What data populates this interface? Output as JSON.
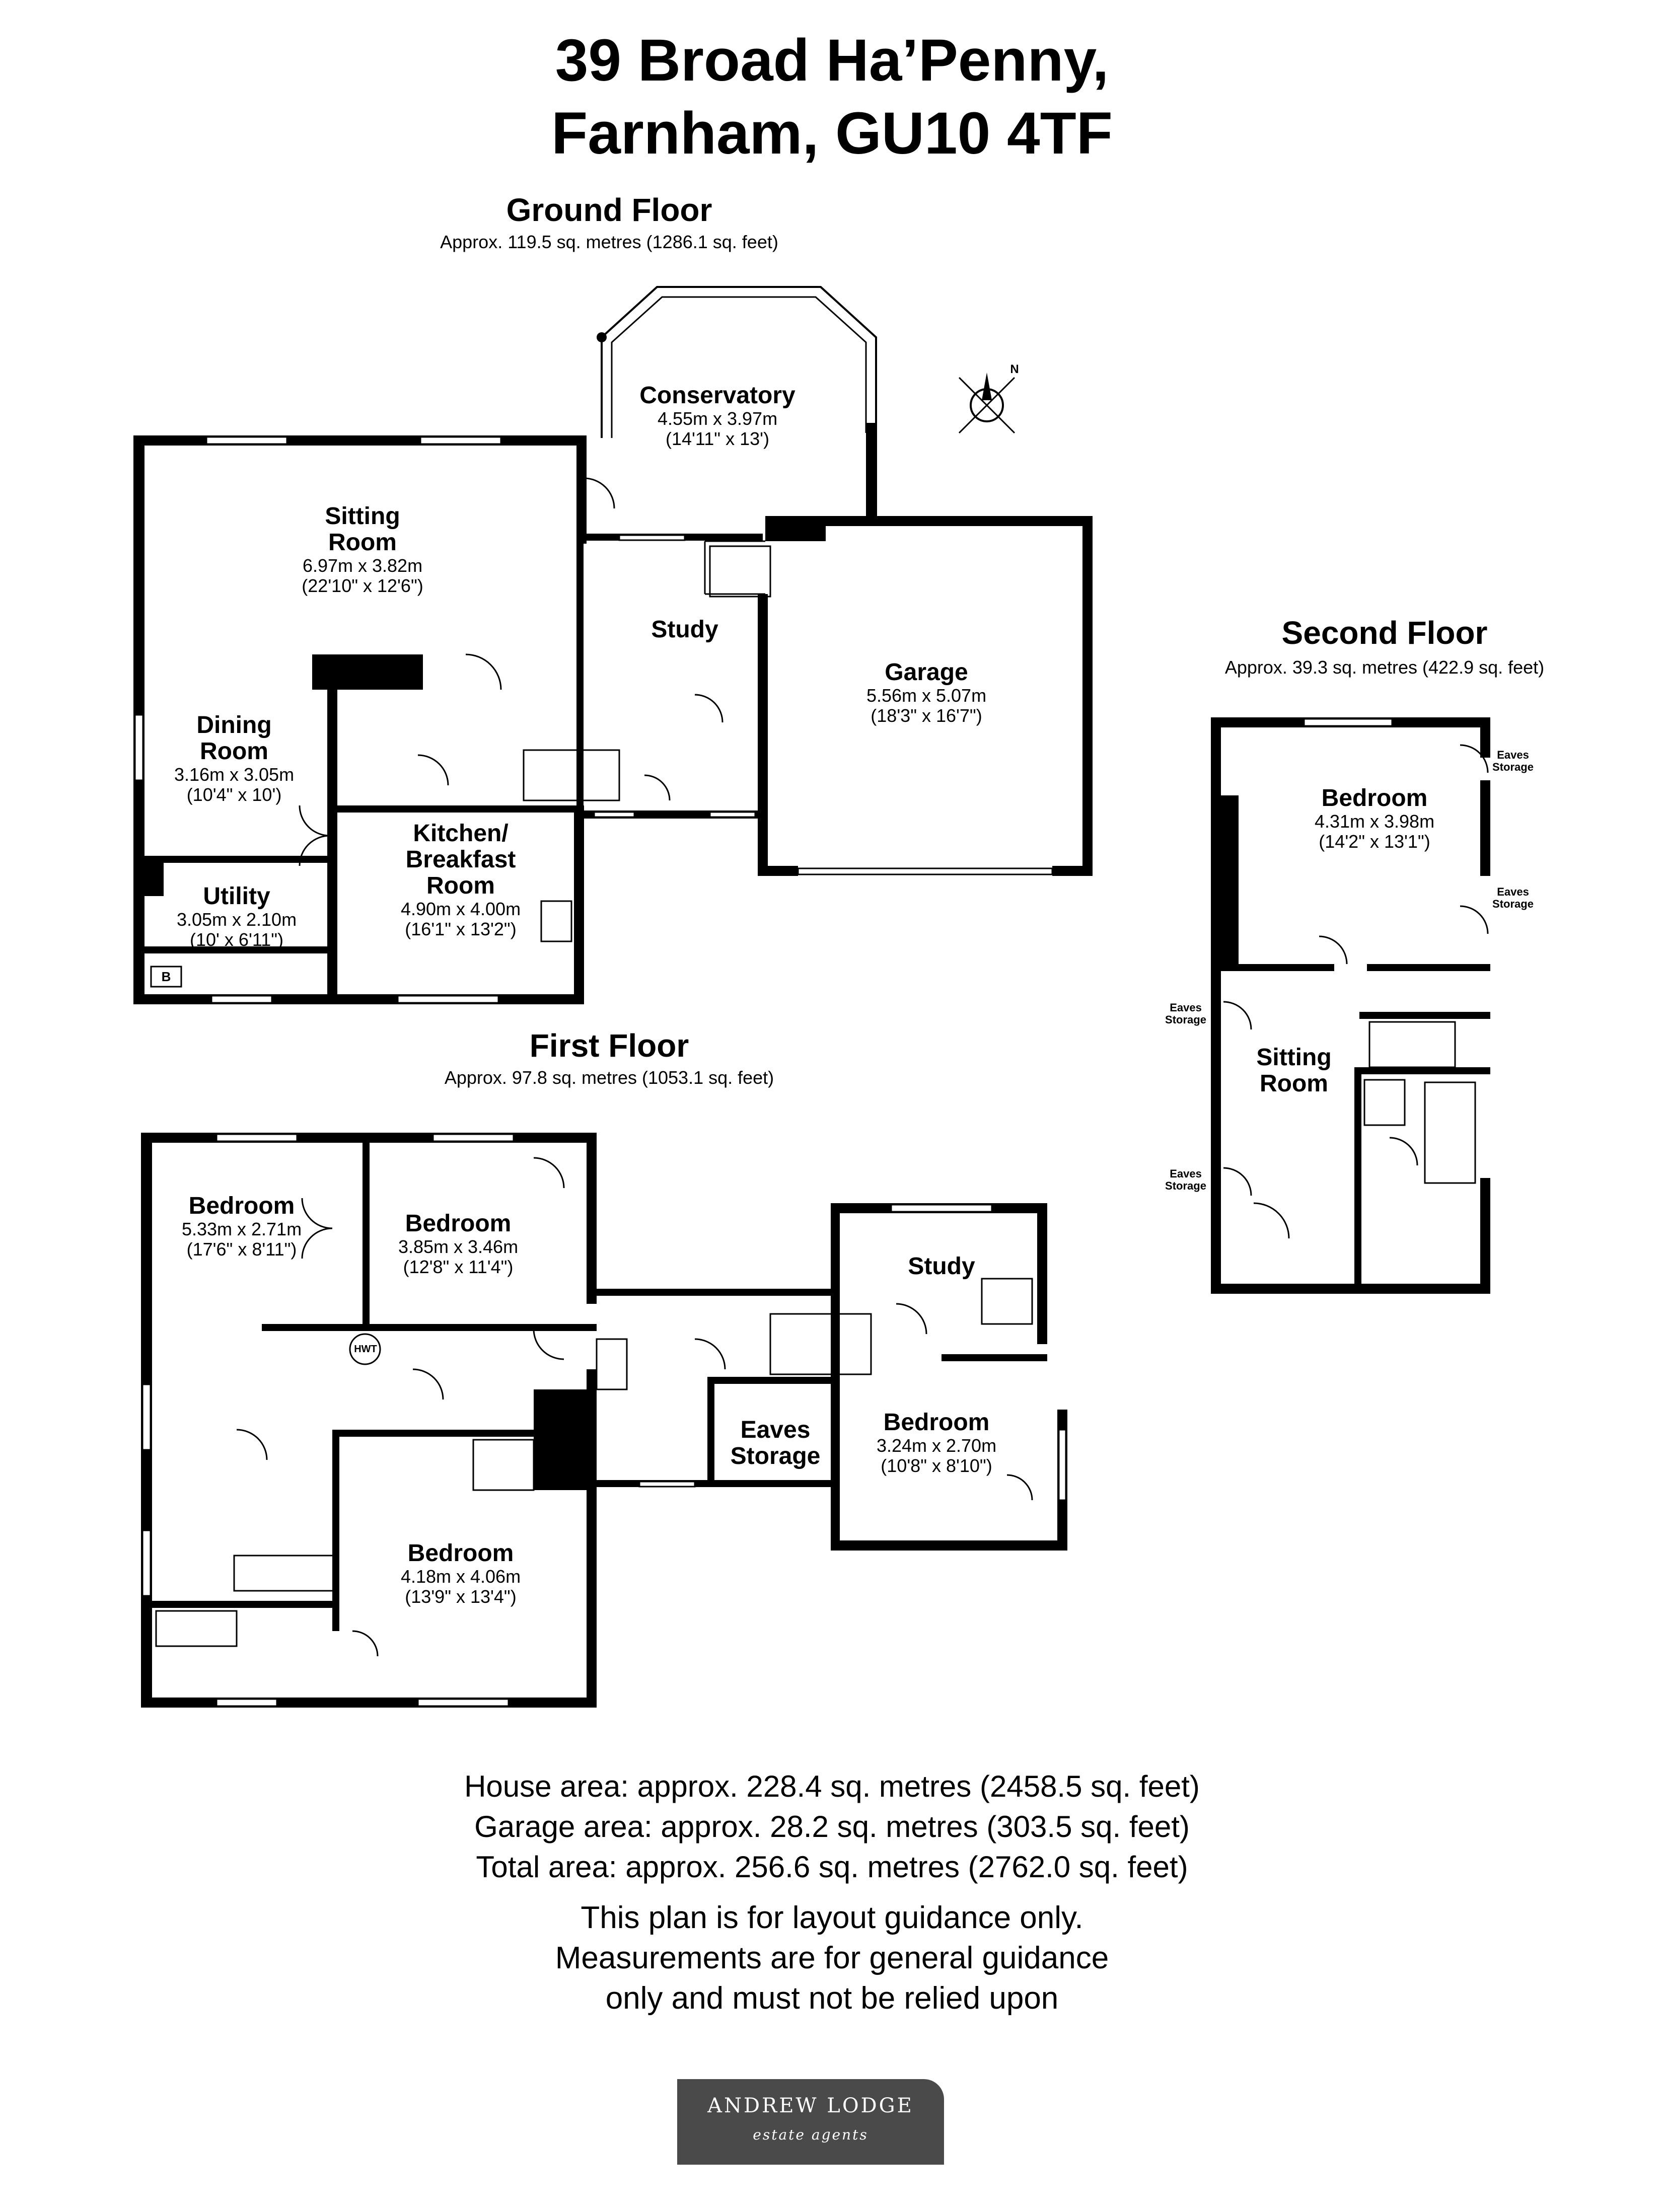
{
  "title": {
    "line1": "39 Broad Ha’Penny,",
    "line2": "Farnham, GU10 4TF"
  },
  "ground_floor": {
    "name": "Ground Floor",
    "area": "Approx. 119.5 sq. metres (1286.1 sq. feet)",
    "rooms": {
      "conservatory": {
        "name": "Conservatory",
        "metric": "4.55m x 3.97m",
        "imperial": "(14'11\" x 13')"
      },
      "sitting": {
        "name1": "Sitting",
        "name2": "Room",
        "metric": "6.97m x 3.82m",
        "imperial": "(22'10\" x 12'6\")"
      },
      "study": {
        "name": "Study"
      },
      "garage": {
        "name": "Garage",
        "metric": "5.56m x 5.07m",
        "imperial": "(18'3\" x 16'7\")"
      },
      "dining": {
        "name1": "Dining",
        "name2": "Room",
        "metric": "3.16m x 3.05m",
        "imperial": "(10'4\" x 10')"
      },
      "kitchen": {
        "name1": "Kitchen/",
        "name2": "Breakfast",
        "name3": "Room",
        "metric": "4.90m x 4.00m",
        "imperial": "(16'1\" x 13'2\")"
      },
      "utility": {
        "name": "Utility",
        "metric": "3.05m x 2.10m",
        "imperial": "(10' x 6'11\")"
      }
    },
    "boiler_label": "B"
  },
  "first_floor": {
    "name": "First Floor",
    "area": "Approx.  97.8 sq. metres (1053.1 sq. feet)",
    "rooms": {
      "bedroom1": {
        "name": "Bedroom",
        "metric": "5.33m x 2.71m",
        "imperial": "(17'6\" x 8'11\")"
      },
      "bedroom2": {
        "name": "Bedroom",
        "metric": "3.85m x 3.46m",
        "imperial": "(12'8\" x 11'4\")"
      },
      "study": {
        "name": "Study"
      },
      "eaves": {
        "name1": "Eaves",
        "name2": "Storage"
      },
      "bedroom3": {
        "name": "Bedroom",
        "metric": "3.24m x 2.70m",
        "imperial": "(10'8\" x 8'10\")"
      },
      "bedroom4": {
        "name": "Bedroom",
        "metric": "4.18m x 4.06m",
        "imperial": "(13'9\" x 13'4\")"
      }
    },
    "hwt_label": "HWT"
  },
  "second_floor": {
    "name": "Second Floor",
    "area": "Approx.  39.3 sq. metres (422.9 sq. feet)",
    "rooms": {
      "bedroom": {
        "name": "Bedroom",
        "metric": "4.31m x 3.98m",
        "imperial": "(14'2\" x 13'1\")"
      },
      "sitting": {
        "name1": "Sitting",
        "name2": "Room"
      }
    },
    "eaves_word": "Eaves",
    "storage_word": "Storage"
  },
  "summary": {
    "house": "House area: approx. 228.4 sq. metres (2458.5 sq. feet)",
    "garage": "Garage area: approx. 28.2 sq. metres (303.5 sq. feet)",
    "total": "Total area: approx. 256.6 sq. metres (2762.0 sq. feet)"
  },
  "disclaimer": {
    "line1": "This plan is for layout guidance only.",
    "line2": "Measurements are for general guidance",
    "line3": "only and must not be relied upon"
  },
  "logo": {
    "name": "ANDREW LODGE",
    "tagline": "estate agents"
  },
  "compass_label": "N"
}
